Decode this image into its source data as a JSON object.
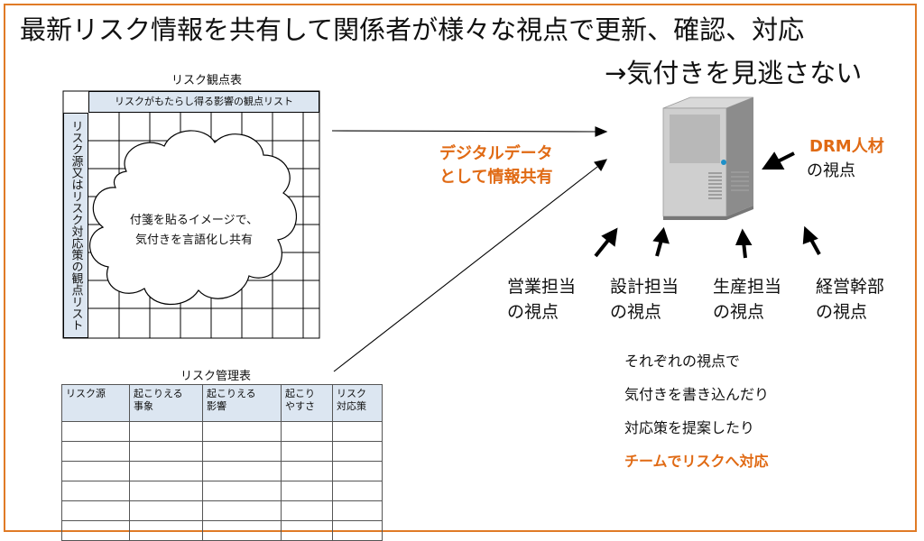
{
  "title": {
    "line1": "最新リスク情報を共有して関係者が様々な視点で更新、確認、対応",
    "line2": "→気付きを見逃さない"
  },
  "risk_view_table": {
    "label": "リスク観点表",
    "top_header": "リスクがもたらし得る影響の観点リスト",
    "side_header": "リスク源又はリスク対応策の観点リスト",
    "cloud_line1": "付箋を貼るイメージで、",
    "cloud_line2": "気付きを言語化し共有"
  },
  "risk_mgmt_table": {
    "label": "リスク管理表",
    "columns": [
      [
        "リスク源"
      ],
      [
        "起こりえる",
        "事象"
      ],
      [
        "起こりえる",
        "影響"
      ],
      [
        "起こり",
        "やすさ"
      ],
      [
        "リスク",
        "対応策"
      ]
    ],
    "empty_rows": 6
  },
  "digital_data": {
    "line1": "デジタルデータ",
    "line2": "として情報共有"
  },
  "drm": {
    "line1": "DRM人材",
    "line2": "の視点"
  },
  "roles": [
    {
      "line1": "営業担当",
      "line2": "の視点"
    },
    {
      "line1": "設計担当",
      "line2": "の視点"
    },
    {
      "line1": "生産担当",
      "line2": "の視点"
    },
    {
      "line1": "経営幹部",
      "line2": "の視点"
    }
  ],
  "notes": {
    "line1": "それぞれの視点で",
    "line2": "気付きを書き込んだり",
    "line3": "対応策を提案したり",
    "line4": "チームでリスクへ対応"
  },
  "colors": {
    "accent": "#e07b26",
    "accent_text": "#e06a14",
    "header_fill": "#dce6f1"
  }
}
